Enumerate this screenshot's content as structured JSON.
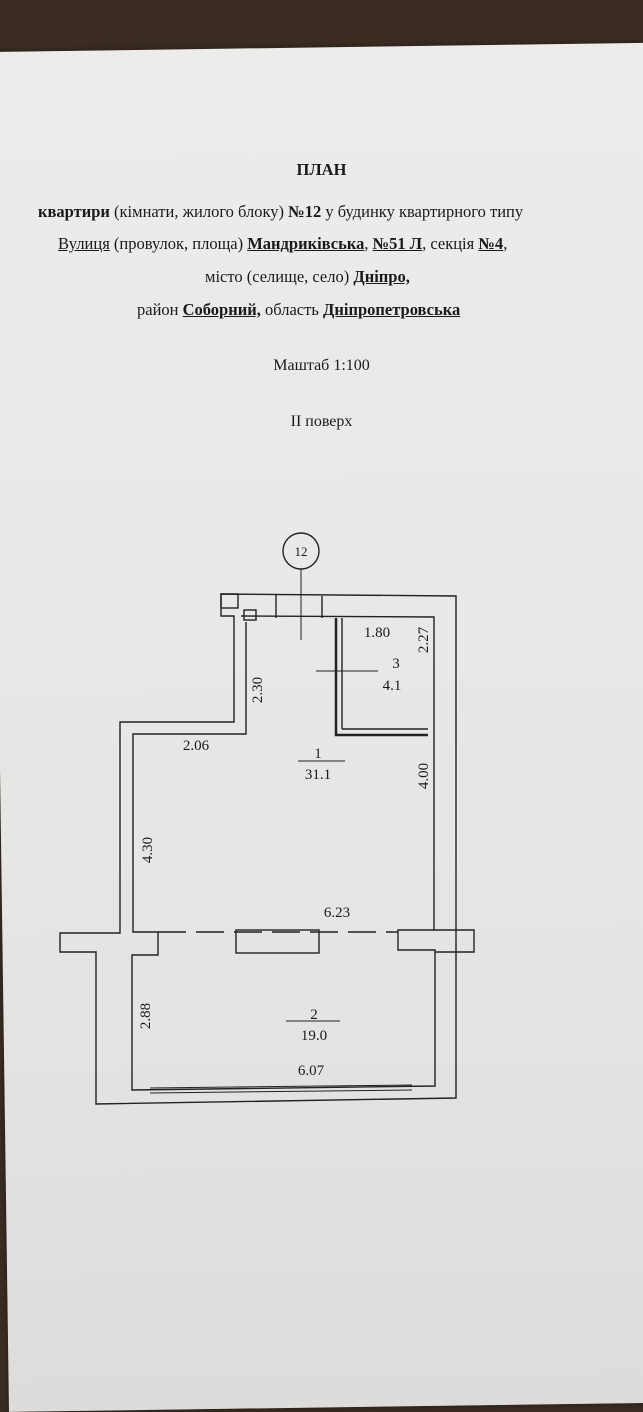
{
  "header": {
    "title": "ПЛАН",
    "line1": {
      "a": "квартири",
      "b": " (кімнати, жилого блоку) ",
      "c": "№12",
      "d": " у будинку квартирного типу"
    },
    "line2": {
      "a": "Вулиця",
      "b": " (провулок, площа) ",
      "c": "Мандриківська",
      "d": ", ",
      "e": "№51 Л",
      "f": ", секція ",
      "g": " №4",
      "h": ","
    },
    "line3": {
      "a": "місто (селище, село) ",
      "b": "Дніпро,"
    },
    "line4": {
      "a": "район ",
      "b": "Соборний,",
      "c": " область ",
      "d": "Дніпропетровська"
    },
    "scale": "Маштаб 1:100",
    "floor": "II  поверх"
  },
  "plan": {
    "apartment_marker": "12",
    "rooms": [
      {
        "number": "1",
        "area": "31.1"
      },
      {
        "number": "2",
        "area": "19.0"
      },
      {
        "number": "3",
        "area": "4.1"
      }
    ],
    "dimensions": {
      "d_180": "1.80",
      "d_227": "2.27",
      "d_230": "2.30",
      "d_206": "2.06",
      "d_400": "4.00",
      "d_430": "4.30",
      "d_623": "6.23",
      "d_288": "2.88",
      "d_607": "6.07"
    }
  }
}
